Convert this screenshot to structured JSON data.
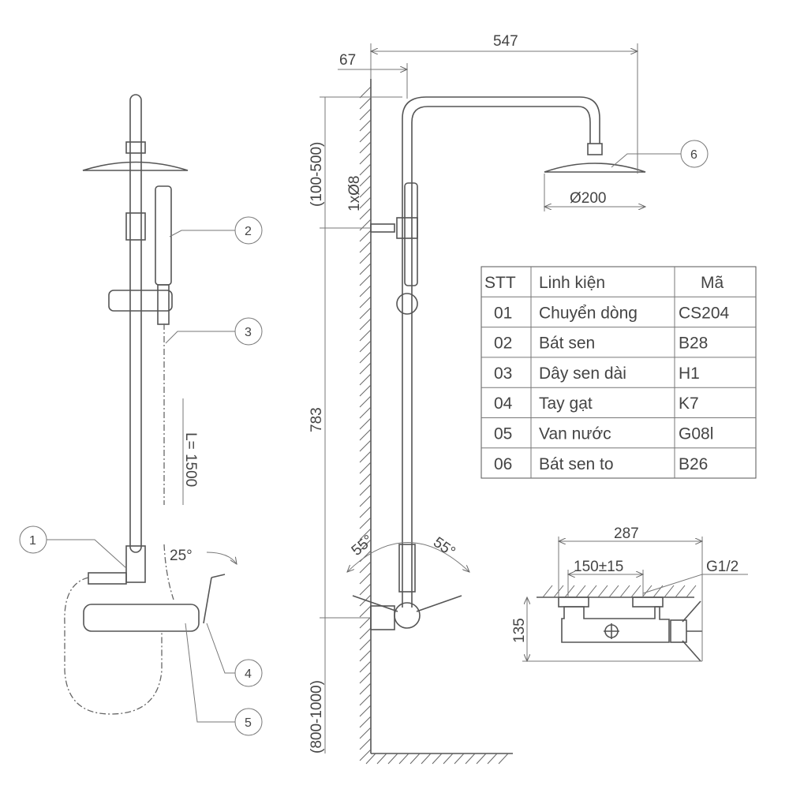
{
  "dimensions": {
    "total_reach": "547",
    "wall_offset": "67",
    "top_adjust": "(100-500)",
    "screw": "1xØ8",
    "head_diameter": "Ø200",
    "bar_length": "783",
    "valve_height": "(800-1000)",
    "angle_left": "55°",
    "angle_right": "55°",
    "lever_angle": "25°",
    "hose_length": "L= 1500",
    "valve_width": "287",
    "inlet_spacing": "150±15",
    "thread": "G1/2",
    "valve_depth": "135"
  },
  "callouts": [
    "1",
    "2",
    "3",
    "4",
    "5",
    "6"
  ],
  "table": {
    "headers": [
      "STT",
      "Linh kiện",
      "Mã"
    ],
    "rows": [
      [
        "01",
        "Chuyển dòng",
        "CS204"
      ],
      [
        "02",
        "Bát sen",
        "B28"
      ],
      [
        "03",
        "Dây sen dài",
        "H1"
      ],
      [
        "04",
        "Tay gạt",
        "K7"
      ],
      [
        "05",
        "Van nước",
        "G08l"
      ],
      [
        "06",
        "Bát sen to",
        "B26"
      ]
    ]
  }
}
